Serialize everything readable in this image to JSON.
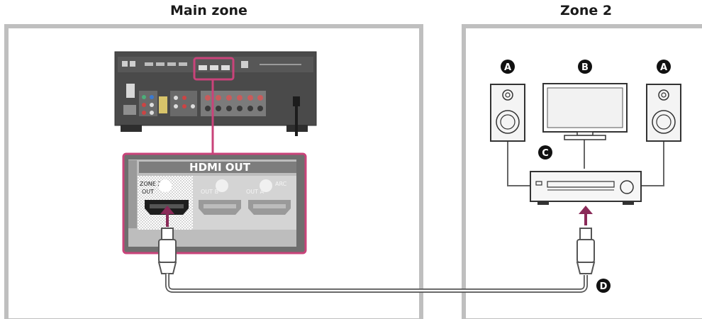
{
  "zones": {
    "main": {
      "title": "Main zone"
    },
    "zone2": {
      "title": "Zone 2"
    }
  },
  "callouts": {
    "speaker": "A",
    "tv": "B",
    "receiver": "C",
    "cable": "D"
  },
  "hdmi_panel": {
    "header": "HDMI OUT",
    "ports": [
      {
        "line1": "ZONE 2",
        "line2": "OUT"
      },
      {
        "line1": "",
        "line2": "OUT B"
      },
      {
        "line1": "ARC",
        "line2": "OUT A"
      }
    ]
  },
  "colors": {
    "highlight": "#c9437a",
    "zone_border": "#bfbfbf",
    "arrow": "#8a2a58",
    "callout_bg": "#111111"
  }
}
